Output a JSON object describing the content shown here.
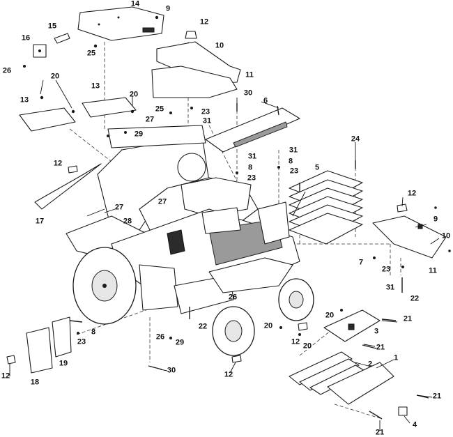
{
  "figure": {
    "kind": "exploded-parts-diagram"
  },
  "callouts": [
    {
      "id": "c14a",
      "text": "14"
    },
    {
      "id": "c9a",
      "text": "9"
    },
    {
      "id": "c12a",
      "text": "12"
    },
    {
      "id": "c15",
      "text": "15"
    },
    {
      "id": "c16",
      "text": "16"
    },
    {
      "id": "c25a",
      "text": "25"
    },
    {
      "id": "c10a",
      "text": "10"
    },
    {
      "id": "c26a",
      "text": "26"
    },
    {
      "id": "c20a",
      "text": "20"
    },
    {
      "id": "c11a",
      "text": "11"
    },
    {
      "id": "c13a",
      "text": "13"
    },
    {
      "id": "c13b",
      "text": "13"
    },
    {
      "id": "c20b",
      "text": "20"
    },
    {
      "id": "c30a",
      "text": "30"
    },
    {
      "id": "c25b",
      "text": "25"
    },
    {
      "id": "c23a",
      "text": "23"
    },
    {
      "id": "c6",
      "text": "6"
    },
    {
      "id": "c27a",
      "text": "27"
    },
    {
      "id": "c31a",
      "text": "31"
    },
    {
      "id": "c29a",
      "text": "29"
    },
    {
      "id": "c24",
      "text": "24"
    },
    {
      "id": "c31b",
      "text": "31"
    },
    {
      "id": "c31c",
      "text": "31"
    },
    {
      "id": "c12b",
      "text": "12"
    },
    {
      "id": "c8a",
      "text": "8"
    },
    {
      "id": "c8b",
      "text": "8"
    },
    {
      "id": "c23b",
      "text": "23"
    },
    {
      "id": "c23c",
      "text": "23"
    },
    {
      "id": "c5",
      "text": "5"
    },
    {
      "id": "c12c",
      "text": "12"
    },
    {
      "id": "c27b",
      "text": "27"
    },
    {
      "id": "c27c",
      "text": "27"
    },
    {
      "id": "c17",
      "text": "17"
    },
    {
      "id": "c28",
      "text": "28"
    },
    {
      "id": "c9b",
      "text": "9"
    },
    {
      "id": "c10b",
      "text": "10"
    },
    {
      "id": "c7",
      "text": "7"
    },
    {
      "id": "c23d",
      "text": "23"
    },
    {
      "id": "c11b",
      "text": "11"
    },
    {
      "id": "c31d",
      "text": "31"
    },
    {
      "id": "c22a",
      "text": "22"
    },
    {
      "id": "c26b",
      "text": "26"
    },
    {
      "id": "c20c",
      "text": "20"
    },
    {
      "id": "c21a",
      "text": "21"
    },
    {
      "id": "c3",
      "text": "3"
    },
    {
      "id": "c8c",
      "text": "8"
    },
    {
      "id": "c23e",
      "text": "23"
    },
    {
      "id": "c22b",
      "text": "22"
    },
    {
      "id": "c20d",
      "text": "20"
    },
    {
      "id": "c12d",
      "text": "12"
    },
    {
      "id": "c20e",
      "text": "20"
    },
    {
      "id": "c21b",
      "text": "21"
    },
    {
      "id": "c26c",
      "text": "26"
    },
    {
      "id": "c29b",
      "text": "29"
    },
    {
      "id": "c19",
      "text": "19"
    },
    {
      "id": "c1",
      "text": "1"
    },
    {
      "id": "c2",
      "text": "2"
    },
    {
      "id": "c12e",
      "text": "12"
    },
    {
      "id": "c18",
      "text": "18"
    },
    {
      "id": "c30b",
      "text": "30"
    },
    {
      "id": "c12f",
      "text": "12"
    },
    {
      "id": "c21c",
      "text": "21"
    },
    {
      "id": "c4",
      "text": "4"
    },
    {
      "id": "c21d",
      "text": "21"
    }
  ],
  "colors": {
    "line": "#1a1a1a",
    "background": "#ffffff"
  }
}
